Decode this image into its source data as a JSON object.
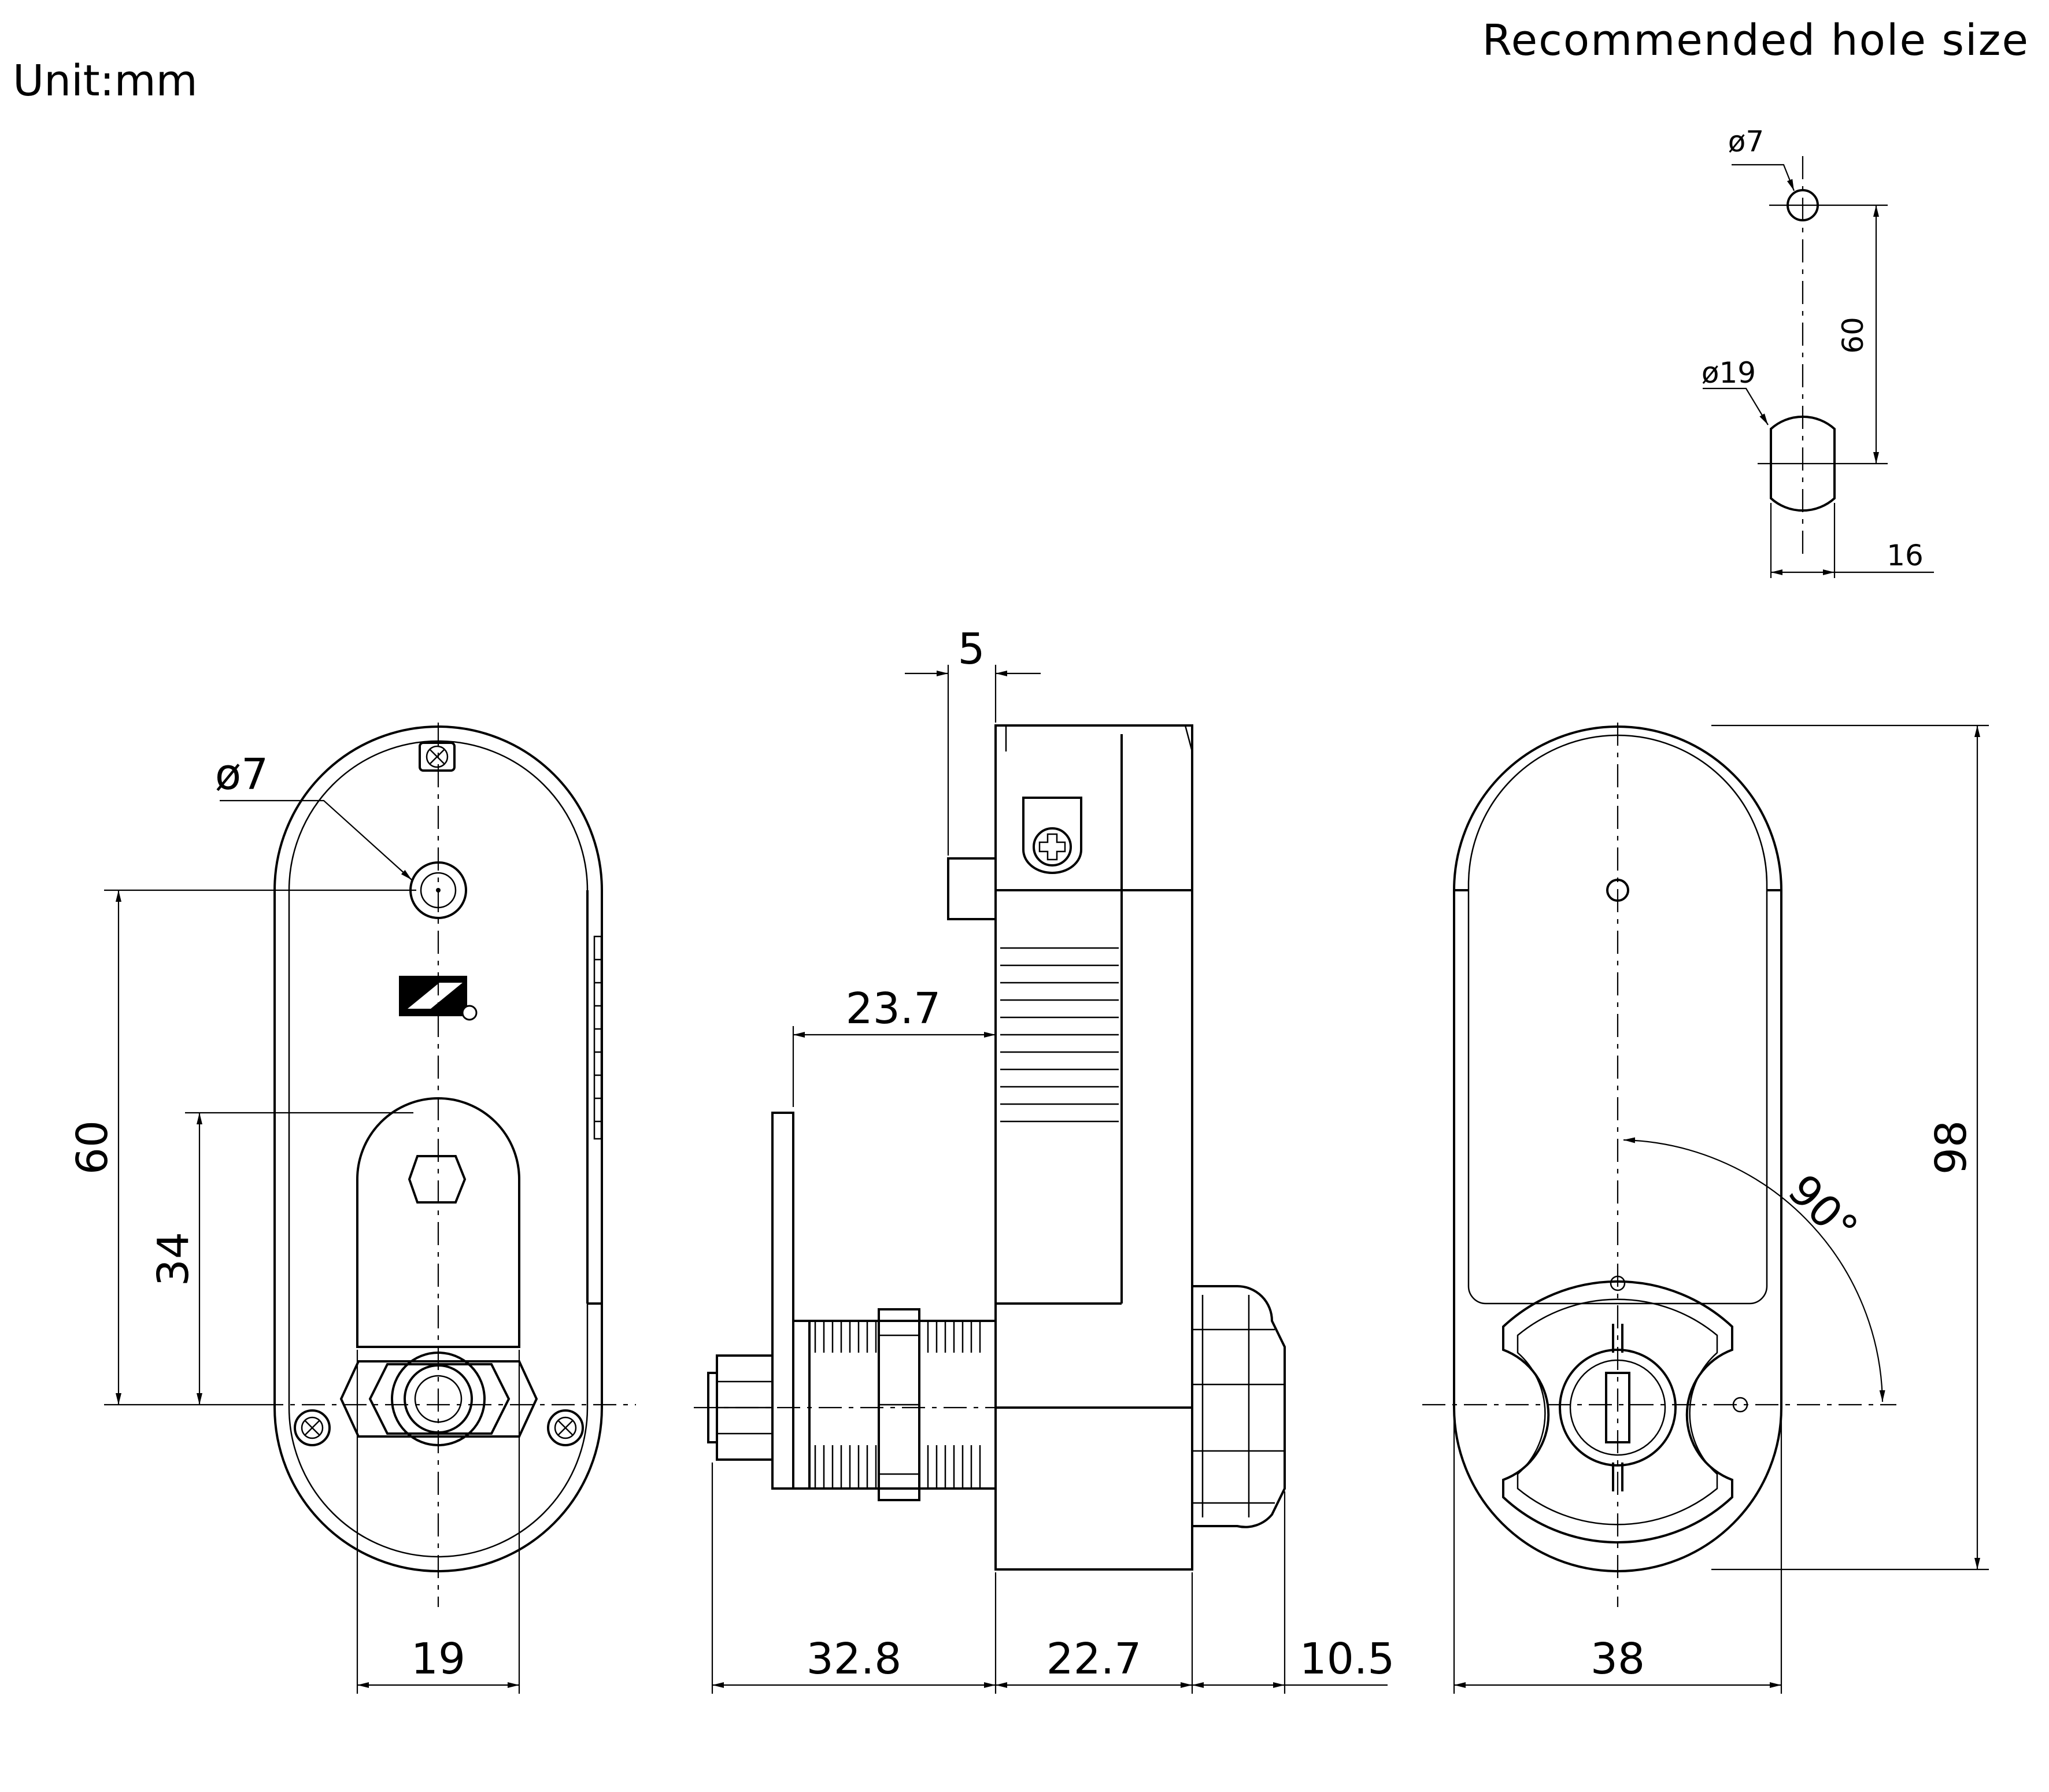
{
  "unit_label": "Unit:mm",
  "hole_size": {
    "title": "Recommended hole size",
    "small_hole_dia": "ø7",
    "large_hole_dia": "ø19",
    "spacing": "60",
    "flat_width": "16"
  },
  "front_view": {
    "hole_dia": "ø7",
    "spacing_60": "60",
    "spacing_34": "34",
    "width_19": "19"
  },
  "side_view": {
    "offset_5": "5",
    "offset_23_7": "23.7",
    "length_32_8": "32.8",
    "body_22_7": "22.7",
    "knob_10_5": "10.5"
  },
  "back_view": {
    "height_98": "98",
    "angle": "90°",
    "width_38": "38"
  },
  "colors": {
    "line": "#000000",
    "background": "#ffffff"
  }
}
